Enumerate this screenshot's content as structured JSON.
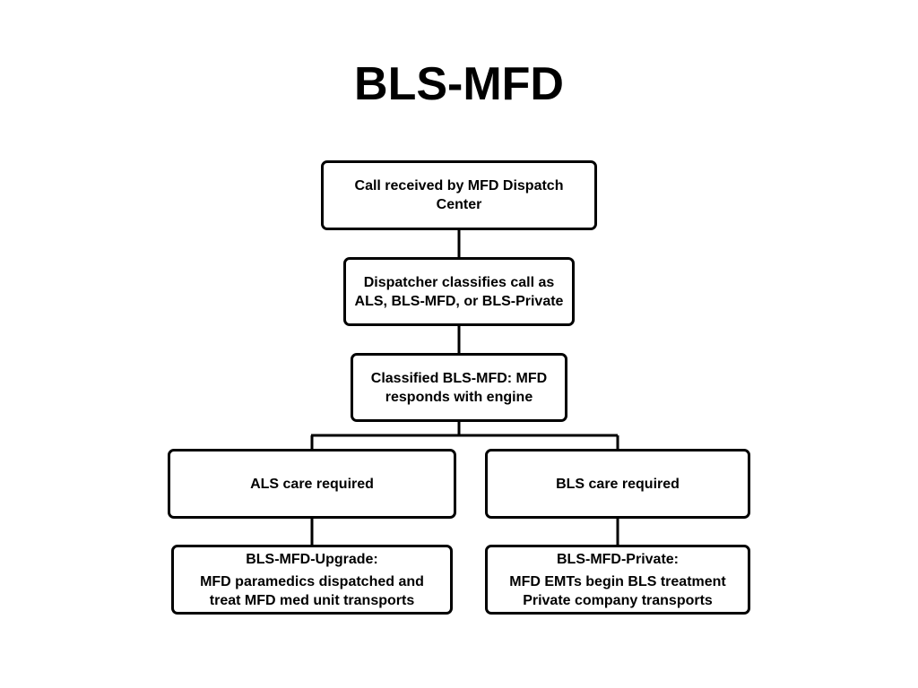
{
  "title": "BLS-MFD",
  "nodes": {
    "call": {
      "lines": [
        "Call received by MFD Dispatch",
        "Center"
      ]
    },
    "dispatcher": {
      "lines": [
        "Dispatcher classifies call as",
        "ALS, BLS-MFD, or BLS-Private"
      ]
    },
    "classified": {
      "lines": [
        "Classified BLS-MFD: MFD",
        "responds with engine"
      ]
    },
    "als": {
      "lines": [
        "ALS care required"
      ]
    },
    "bls": {
      "lines": [
        "BLS care required"
      ]
    },
    "upgrade": {
      "heading": "BLS-MFD-Upgrade:",
      "lines": [
        "MFD paramedics  dispatched and",
        "treat MFD med unit transports"
      ]
    },
    "private": {
      "heading": "BLS-MFD-Private:",
      "lines": [
        "MFD EMTs begin BLS treatment",
        "Private company transports"
      ]
    }
  },
  "colors": {
    "border": "#000000",
    "background": "#ffffff",
    "text": "#000000"
  }
}
